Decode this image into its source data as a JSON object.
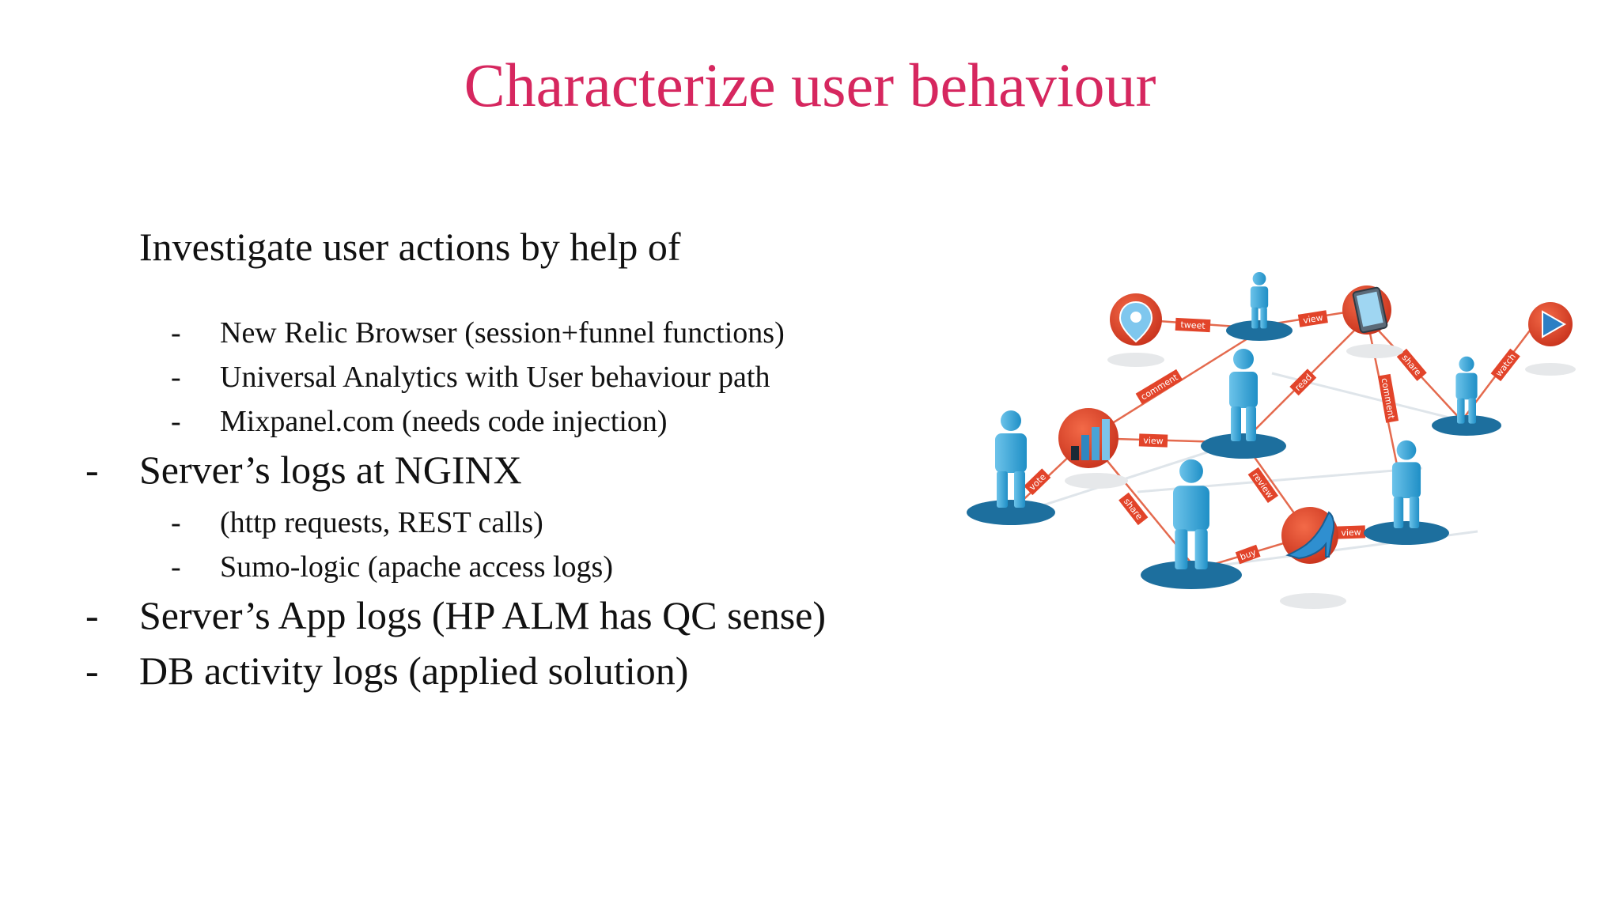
{
  "slide": {
    "title": "Characterize user behaviour",
    "intro": "Investigate user actions by help of",
    "bullets": [
      {
        "level": 2,
        "text": "New Relic Browser (session+funnel functions)"
      },
      {
        "level": 2,
        "text": "Universal Analytics with User behaviour path"
      },
      {
        "level": 2,
        "text": "Mixpanel.com (needs code injection)"
      },
      {
        "level": 1,
        "text": "Server’s logs at NGINX"
      },
      {
        "level": 2,
        "text": "(http requests, REST calls)"
      },
      {
        "level": 2,
        "text": "Sumo-logic (apache access logs)"
      },
      {
        "level": 1,
        "text": "Server’s App logs (HP ALM has QC sense)"
      },
      {
        "level": 1,
        "text": "DB activity logs (applied solution)"
      }
    ],
    "dash": "-",
    "figure": {
      "edge_labels": [
        "tweet",
        "view",
        "share",
        "watch",
        "comment",
        "read",
        "comment",
        "view",
        "vote",
        "share",
        "review",
        "buy",
        "view"
      ],
      "icons": [
        "location-pin-icon",
        "tablet-icon",
        "play-icon",
        "bar-chart-icon",
        "high-heel-shoe-icon",
        "person-icon"
      ]
    }
  },
  "colors": {
    "title": "#d6275f",
    "text": "#111111",
    "node_red": "#e2442a",
    "person_blue": "#3aa6d6",
    "base_blue": "#1d6f9e",
    "edge": "#e46a4e"
  }
}
